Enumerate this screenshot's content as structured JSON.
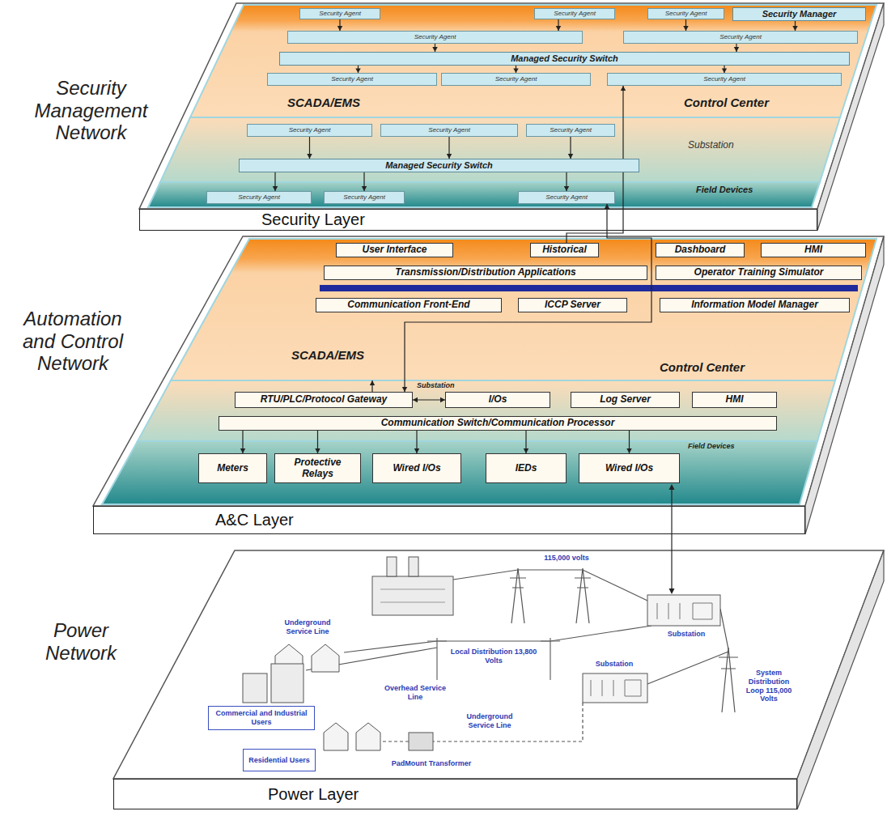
{
  "diagram": {
    "nodes": [
      {
        "text": [
          "Security Management Network"
        ]
      },
      {
        "text": [
          "SCADA/EMS",
          "Control Center"
        ],
        "in": 0
      },
      {
        "text": [
          "Security Agent"
        ],
        "in": 1
      },
      {
        "text": [
          "Security Agent"
        ],
        "in": 1
      },
      {
        "text": [
          "Security Agent"
        ],
        "in": 1
      },
      {
        "text": [
          "Security Manager"
        ],
        "in": 1
      },
      {
        "text": [
          "Security Agent"
        ],
        "in": 1
      },
      {
        "text": [
          "Security Agent"
        ],
        "in": 1
      },
      {
        "text": [
          "Managed Security Switch"
        ],
        "in": 1
      },
      {
        "text": [
          "Security Agent"
        ],
        "in": 1
      },
      {
        "text": [
          "Security Agent"
        ],
        "in": 1
      },
      {
        "text": [
          "Security Agent"
        ],
        "in": 1
      },
      {
        "text": [
          "Substation"
        ],
        "in": 0
      },
      {
        "text": [
          "Security Agent"
        ],
        "in": 12
      },
      {
        "text": [
          "Security Agent"
        ],
        "in": 12
      },
      {
        "text": [
          "Security Agent"
        ],
        "in": 12
      },
      {
        "text": [
          "Managed Security Switch"
        ],
        "in": 12
      },
      {
        "text": [
          "Field Devices"
        ],
        "in": 0
      },
      {
        "text": [
          "Security Agent"
        ],
        "in": 17
      },
      {
        "text": [
          "Security Agent"
        ],
        "in": 17
      },
      {
        "text": [
          "Security Agent"
        ],
        "in": 17
      },
      {
        "text": [
          "Security Layer"
        ]
      },
      {
        "text": [
          "Automation and Control Network"
        ]
      },
      {
        "text": [
          "SCADA/EMS",
          "Control Center"
        ],
        "in": 22
      },
      {
        "text": [
          "User Interface"
        ],
        "in": 23
      },
      {
        "text": [
          "Historical"
        ],
        "in": 23
      },
      {
        "text": [
          "Dashboard"
        ],
        "in": 23
      },
      {
        "text": [
          "HMI"
        ],
        "in": 23
      },
      {
        "text": [
          "Transmission/Distribution Applications"
        ],
        "in": 23
      },
      {
        "text": [
          "Operator Training Simulator"
        ],
        "in": 23
      },
      {
        "text": [
          "Communication Front-End"
        ],
        "in": 23
      },
      {
        "text": [
          "ICCP Server"
        ],
        "in": 23
      },
      {
        "text": [
          "Information Model Manager"
        ],
        "in": 23
      },
      {
        "text": [
          "Substation"
        ],
        "in": 22
      },
      {
        "text": [
          "RTU/PLC/Protocol Gateway"
        ],
        "in": 33
      },
      {
        "text": [
          "I/Os"
        ],
        "in": 33
      },
      {
        "text": [
          "Log Server"
        ],
        "in": 33
      },
      {
        "text": [
          "HMI"
        ],
        "in": 33
      },
      {
        "text": [
          "Communication Switch/Communication Processor"
        ],
        "in": 33
      },
      {
        "text": [
          "Field Devices"
        ],
        "in": 22
      },
      {
        "text": [
          "Meters"
        ],
        "in": 39
      },
      {
        "text": [
          "Protective Relays"
        ],
        "in": 39
      },
      {
        "text": [
          "Wired I/Os"
        ],
        "in": 39
      },
      {
        "text": [
          "IEDs"
        ],
        "in": 39
      },
      {
        "text": [
          "Wired I/Os"
        ],
        "in": 39
      },
      {
        "text": [
          "A&C Layer"
        ]
      },
      {
        "text": [
          "Power Network"
        ]
      },
      {
        "text": [
          "Commercial and Industrial Users"
        ],
        "in": 46
      },
      {
        "text": [
          "Residential Users"
        ],
        "in": 46
      },
      {
        "text": [
          "Power Layer"
        ]
      }
    ],
    "edges": [
      {
        "from": 2,
        "to": 6,
        "arrow": "to"
      },
      {
        "from": 3,
        "to": 6,
        "arrow": "to"
      },
      {
        "from": 4,
        "to": 7,
        "arrow": "to"
      },
      {
        "from": 5,
        "to": 7,
        "arrow": "to"
      },
      {
        "from": 6,
        "to": 8,
        "arrow": "to"
      },
      {
        "from": 7,
        "to": 8,
        "arrow": "to"
      },
      {
        "from": 8,
        "to": 9,
        "arrow": "to"
      },
      {
        "from": 8,
        "to": 10,
        "arrow": "to"
      },
      {
        "from": 8,
        "to": 11,
        "arrow": "to"
      },
      {
        "from": 13,
        "to": 16,
        "arrow": "to"
      },
      {
        "from": 14,
        "to": 16,
        "arrow": "to"
      },
      {
        "from": 15,
        "to": 16,
        "arrow": "to"
      },
      {
        "from": 16,
        "to": 18,
        "arrow": "to"
      },
      {
        "from": 16,
        "to": 19,
        "arrow": "to"
      },
      {
        "from": 16,
        "to": 20,
        "arrow": "to"
      },
      {
        "from": 20,
        "to": 34,
        "arrow": "both"
      },
      {
        "from": 25,
        "to": 11,
        "arrow": "to"
      },
      {
        "from": 34,
        "to": 23,
        "arrow": "to"
      },
      {
        "from": 34,
        "to": 35,
        "arrow": "both"
      },
      {
        "from": 38,
        "to": 40,
        "arrow": "to"
      },
      {
        "from": 38,
        "to": 41,
        "arrow": "to"
      },
      {
        "from": 38,
        "to": 42,
        "arrow": "to"
      },
      {
        "from": 38,
        "to": 43,
        "arrow": "to"
      },
      {
        "from": 38,
        "to": 44,
        "arrow": "to"
      }
    ],
    "labels": [
      "115,000 volts",
      "Substation",
      "Underground Service Line",
      "Local Distribution 13,800 Volts",
      "Overhead Service Line",
      "Substation",
      "Underground Service Line",
      "System Distribution Loop 115,000 Volts",
      "PadMount Transformer"
    ]
  }
}
